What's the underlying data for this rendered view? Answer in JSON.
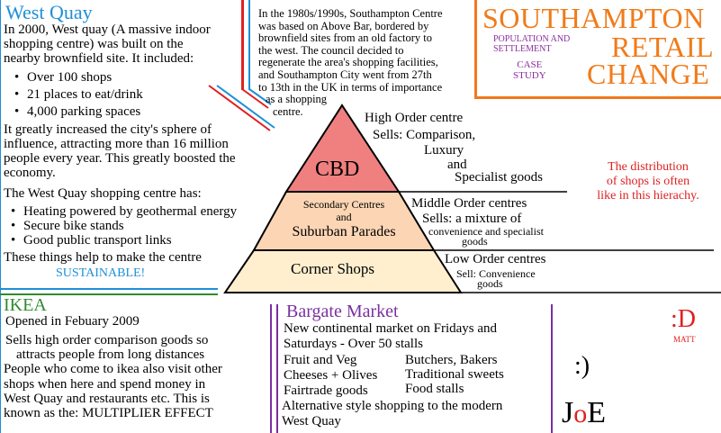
{
  "west_quay": {
    "title": "West Quay",
    "intro": [
      "In 2000, West quay (A massive indoor",
      "shopping centre) was built on the",
      "nearby brownfield site. It included:"
    ],
    "bullets": [
      "Over 100 shops",
      "21 places to eat/drink",
      "4,000 parking spaces"
    ],
    "impact": [
      "It greatly increased the city's sphere of",
      "influence, attracting more than 16 million",
      "people every year. This greatly boosted the",
      "economy."
    ],
    "has_label": "The West Quay shopping centre has:",
    "features": [
      "Heating powered by geothermal energy",
      "Secure bike stands",
      "Good public transport links"
    ],
    "conclusion": "These things help to make the centre",
    "sustainable": "SUSTAINABLE!"
  },
  "history": [
    "In the 1980s/1990s, Southampton Centre",
    "was based on Above Bar, bordered by",
    "brownfield sites from an old factory to",
    "the west. The council decided to",
    "regenerate the area's shopping facilities,",
    "and Southampton City went from 27th",
    "to 13th in the UK in terms of importance",
    "as a shopping",
    "centre."
  ],
  "title_block": {
    "line1": "SOUTHAMPTON",
    "line2": "RETAIL",
    "line3": "CHANGE",
    "sub1": "POPULATION AND",
    "sub2": "SETTLEMENT",
    "case1": "CASE",
    "case2": "STUDY"
  },
  "pyramid": {
    "top_label": "CBD",
    "middle_line1": "Secondary Centres",
    "middle_line2": "and",
    "middle_line3": "Suburban Parades",
    "bottom_label": "Corner Shops",
    "colors": {
      "top": "#f08080",
      "middle": "#fcd5b4",
      "bottom": "#ffefcf"
    }
  },
  "hierarchy": {
    "high_title": "High Order centre",
    "high_lines": [
      "Sells: Comparison,",
      "Luxury",
      "and",
      "Specialist goods"
    ],
    "middle_title": "Middle Order centres",
    "middle_lines": [
      "Sells: a mixture of",
      "convenience and specialist",
      "goods"
    ],
    "low_title": "Low Order centres",
    "low_lines": [
      "Sell: Convenience",
      "goods"
    ]
  },
  "distribution_note": [
    "The distribution",
    "of shops is often",
    "like in this hierachy."
  ],
  "ikea": {
    "title": "IKEA",
    "opened": "Opened in Febuary 2009",
    "lines": [
      "Sells high order comparison goods so",
      "attracts people from long distances",
      "People who come to ikea also visit other",
      "shops when here and spend money in",
      "West Quay and restaurants etc. This is"
    ],
    "known_as": "known as the:  MULTIPLIER EFFECT"
  },
  "bargate": {
    "title": "Bargate Market",
    "lines": [
      "New continental market on Fridays and",
      "Saturdays - Over 50 stalls"
    ],
    "left_items": [
      "Fruit and Veg",
      "Cheeses + Olives",
      "Fairtrade goods"
    ],
    "right_items": [
      "Butchers, Bakers",
      "Traditional sweets",
      "Food stalls"
    ],
    "footer": [
      "Alternative style shopping to the modern",
      "West Quay"
    ]
  },
  "signatures": {
    "matt_face": ":D",
    "matt_name": "MATT",
    "smiley": ":)",
    "joe_j": "J",
    "joe_o": "o",
    "joe_e": "E"
  },
  "colors": {
    "accent_blue": "#1f8fd8",
    "accent_red": "#e02020",
    "accent_orange": "#f0781e",
    "accent_purple": "#7b2fa0",
    "accent_green": "#2e8b2e",
    "title_orange": "#f07b1a",
    "title_purple": "#8b2fa0",
    "note_red": "#e02020"
  }
}
